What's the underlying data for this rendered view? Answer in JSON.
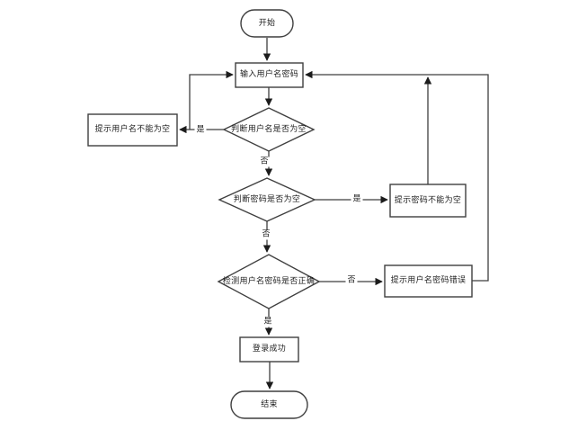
{
  "diagram": {
    "background": "#ffffff",
    "line_color": "#3f3f3f",
    "arrow_color": "#1c1c1c",
    "node_fill": "#ffffff",
    "text_color": "#1f1f1f",
    "nodes": {
      "start": {
        "label": "开始",
        "shape": "terminator"
      },
      "input_credentials": {
        "label": "输入用户名密码",
        "shape": "process"
      },
      "check_username_empty": {
        "label": "判断用户名是否为空",
        "shape": "decision"
      },
      "prompt_username_empty": {
        "label": "提示用户名不能为空",
        "shape": "process"
      },
      "check_password_empty": {
        "label": "判断密码是否为空",
        "shape": "decision"
      },
      "prompt_password_empty": {
        "label": "提示密码不能为空",
        "shape": "process"
      },
      "check_credentials_correct": {
        "label": "检测用户名密码是否正确",
        "shape": "decision"
      },
      "prompt_credentials_error": {
        "label": "提示用户名密码错误",
        "shape": "process"
      },
      "login_success": {
        "label": "登录成功",
        "shape": "process"
      },
      "end": {
        "label": "结束",
        "shape": "terminator"
      }
    },
    "edge_labels": {
      "username_empty_yes": "是",
      "username_empty_no": "否",
      "password_empty_yes": "是",
      "password_empty_no": "否",
      "credentials_wrong_no": "否",
      "credentials_correct_yes": "是"
    }
  }
}
